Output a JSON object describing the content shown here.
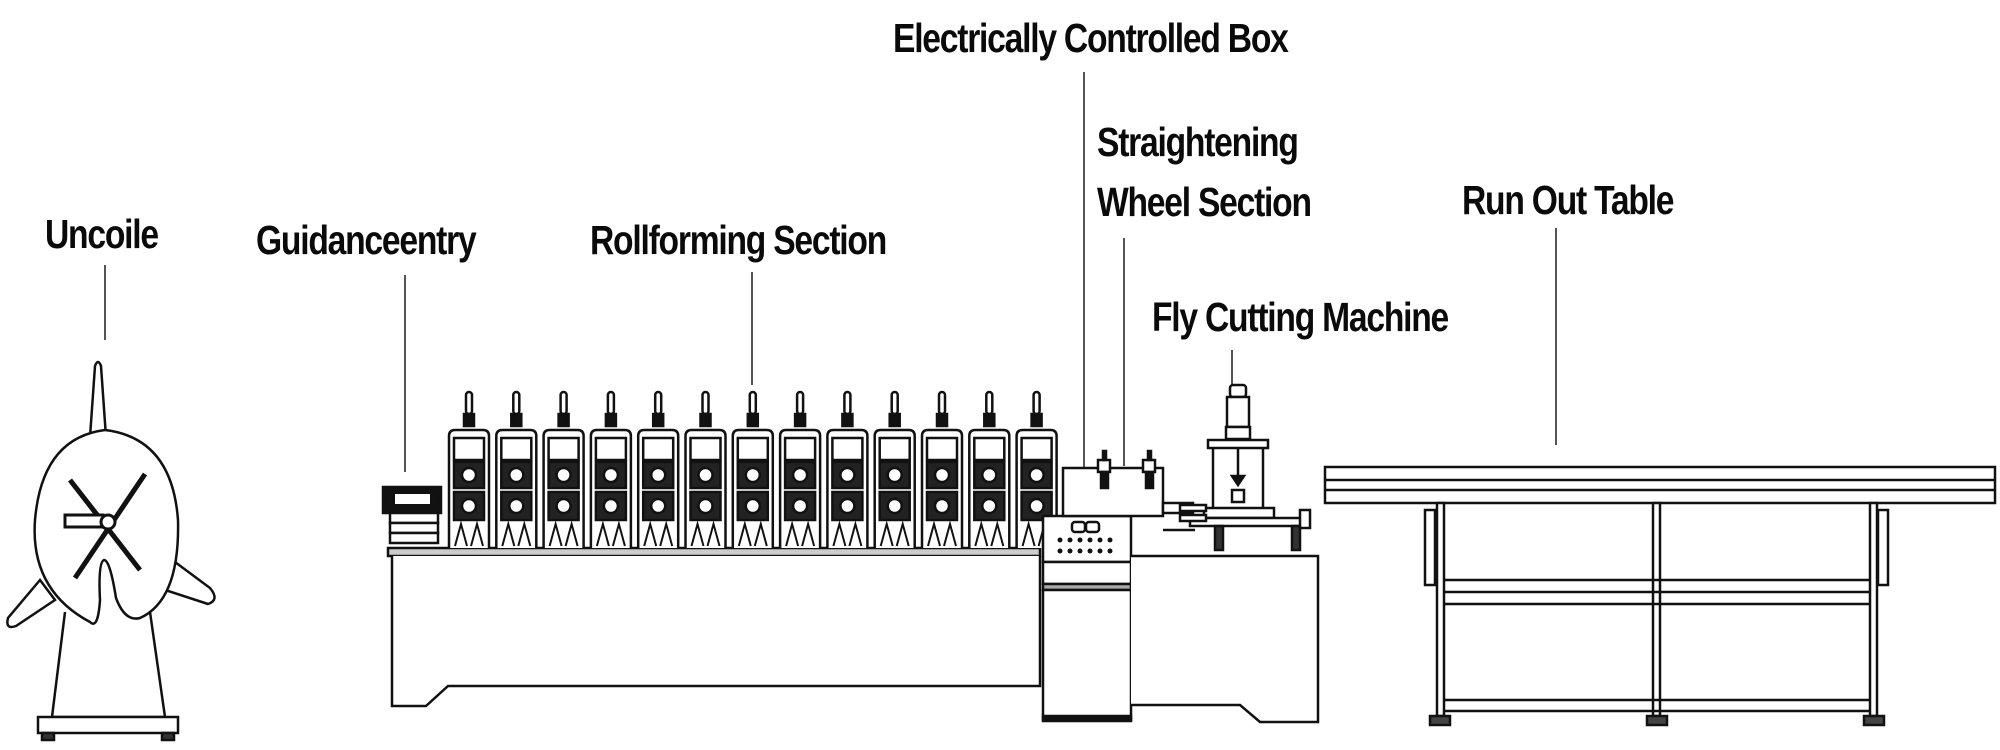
{
  "diagram": {
    "title": "Roll Forming Production Line Layout",
    "line_color": "#111111",
    "leader_color": "#555555",
    "labels": [
      {
        "id": "uncoiler",
        "text": "Uncoile"
      },
      {
        "id": "guidance-entry",
        "text": "Guidanceentry"
      },
      {
        "id": "rollforming-section",
        "text": "Rollforming Section"
      },
      {
        "id": "electrical-box",
        "text": "Electrically Controlled Box"
      },
      {
        "id": "straightening-wheel",
        "text_line1": "Straightening",
        "text_line2": "Wheel Section"
      },
      {
        "id": "fly-cutting",
        "text": "Fly Cutting Machine"
      },
      {
        "id": "run-out-table",
        "text": "Run Out Table"
      }
    ],
    "rollforming_stand_count": 13
  }
}
